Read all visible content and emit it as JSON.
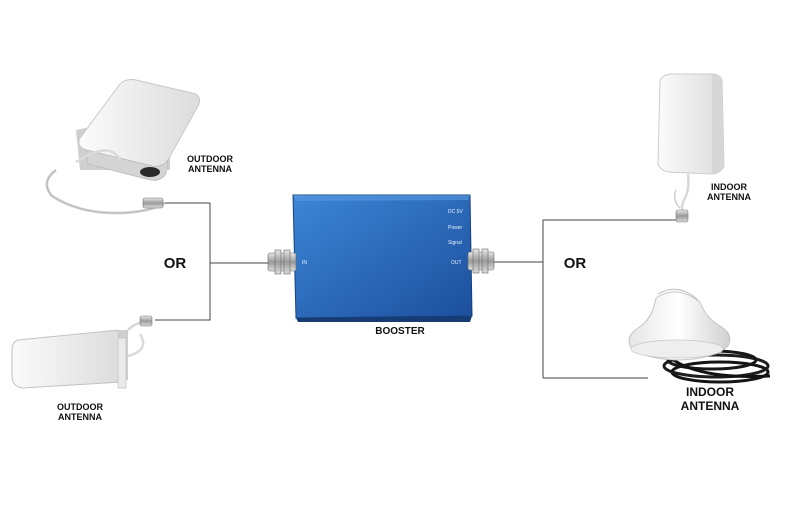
{
  "labels": {
    "outdoor_top": [
      "OUTDOOR",
      "ANTENNA"
    ],
    "outdoor_bottom": [
      "OUTDOOR",
      "ANTENNA"
    ],
    "indoor_top": [
      "INDOOR",
      "ANTENNA"
    ],
    "indoor_bottom": [
      "INDOOR",
      "ANTENNA"
    ],
    "or_left": "OR",
    "or_right": "OR",
    "booster": "BOOSTER"
  },
  "booster_panel": {
    "dc": "DC 5V",
    "power": "Power",
    "signal": "Signal",
    "port_in": "IN",
    "port_out": "OUT"
  },
  "colors": {
    "booster_blue": "#1f57a8",
    "booster_light": "#3c86d6",
    "antenna_white": "#f2f2f2",
    "cable_black": "#151515",
    "line": "#444444"
  }
}
